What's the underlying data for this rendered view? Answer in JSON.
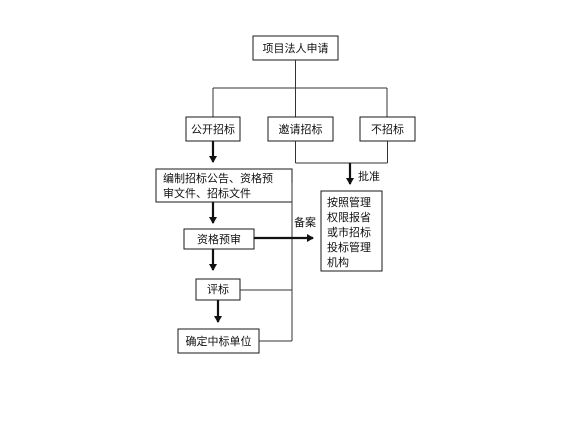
{
  "nodes": {
    "apply": "项目法人申请",
    "open_bid": "公开招标",
    "invite_bid": "邀请招标",
    "no_bid": "不招标",
    "compile_docs": [
      "编制招标公告、资格预",
      "审文件、招标文件"
    ],
    "prequal": "资格预审",
    "evaluate": "评标",
    "winner": "确定中标单位",
    "authority": [
      "按照管理",
      "权限报省",
      "或市招标",
      "投标管理",
      "机构"
    ]
  },
  "edges": {
    "approve": "批准",
    "filing": "备案"
  }
}
